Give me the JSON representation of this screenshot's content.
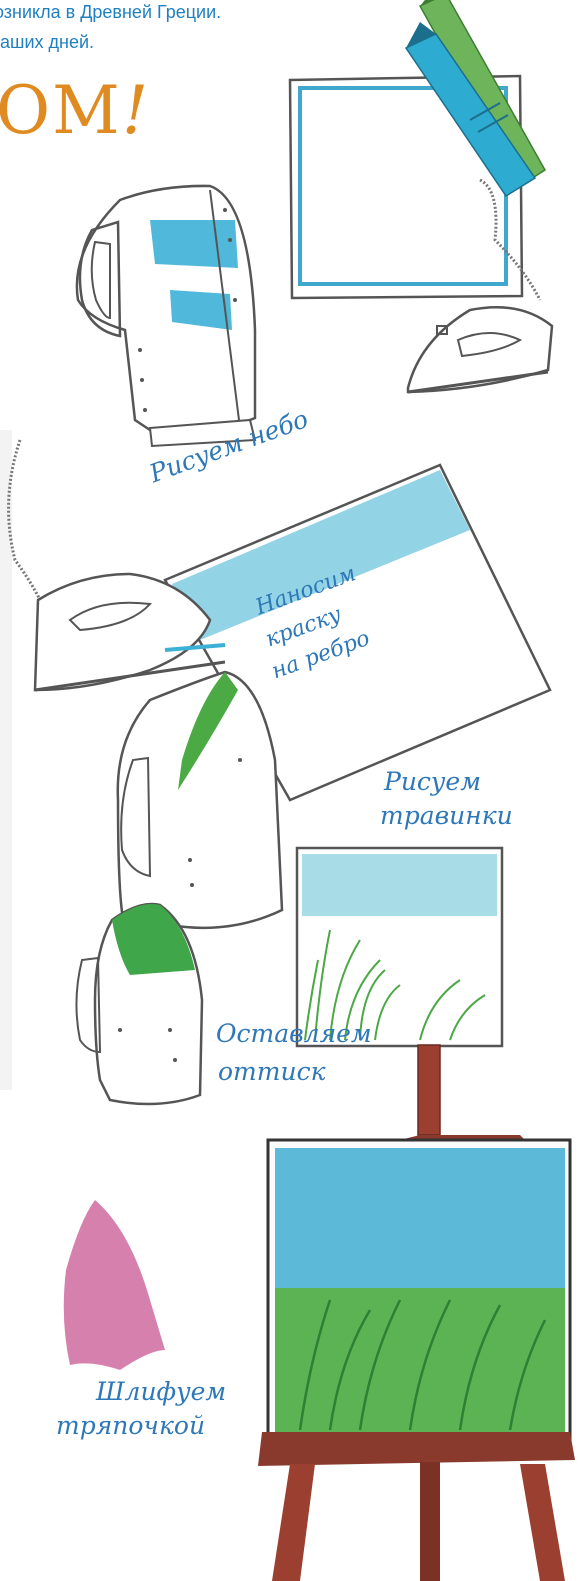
{
  "intro": {
    "line1": "озникла в Древней Греции.",
    "line2": "аших дней."
  },
  "heading": {
    "text": "ОМ",
    "bang": "!"
  },
  "captions": {
    "sky": "Рисуем небо",
    "paint_edge_1": "Наносим",
    "paint_edge_2": "краску",
    "paint_edge_3": "на ребро",
    "grass_1": "Рисуем",
    "grass_2": "травинки",
    "imprint_1": "Оставляем",
    "imprint_2": "оттиск",
    "polish_1": "Шлифуем",
    "polish_2": "тряпочкой"
  },
  "colors": {
    "blue_text": "#1f7fc1",
    "orange_heading": "#e08a22",
    "caption": "#2e78b8",
    "sky_blue": "#4db7d6",
    "grass_green": "#55a84a",
    "easel_brown": "#8a3a2c",
    "rag_pink": "#c4578a"
  },
  "icons": [
    "iron-icon",
    "crayon-icon",
    "easel-icon",
    "canvas-icon",
    "rag-icon"
  ]
}
